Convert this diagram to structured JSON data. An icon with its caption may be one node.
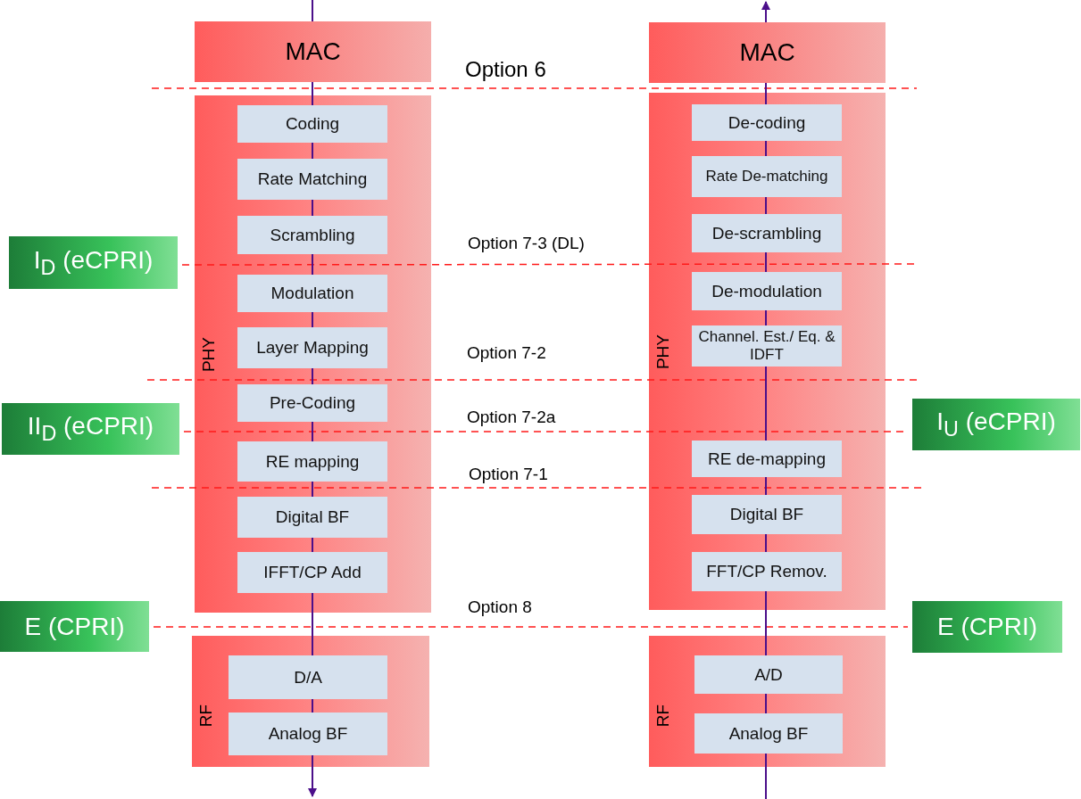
{
  "diagram": {
    "nodes": [
      {
        "text": [
          "MAC"
        ]
      },
      {
        "text": [
          "PHY"
        ]
      },
      {
        "text": [
          "Coding"
        ],
        "in": 1
      },
      {
        "text": [
          "Rate Matching"
        ],
        "in": 1
      },
      {
        "text": [
          "Scrambling"
        ],
        "in": 1
      },
      {
        "text": [
          "Modulation"
        ],
        "in": 1
      },
      {
        "text": [
          "Layer Mapping"
        ],
        "in": 1
      },
      {
        "text": [
          "Pre-Coding"
        ],
        "in": 1
      },
      {
        "text": [
          "RE mapping"
        ],
        "in": 1
      },
      {
        "text": [
          "Digital BF"
        ],
        "in": 1
      },
      {
        "text": [
          "IFFT/CP Add"
        ],
        "in": 1
      },
      {
        "text": [
          "RF"
        ]
      },
      {
        "text": [
          "D/A"
        ],
        "in": 11
      },
      {
        "text": [
          "Analog BF"
        ],
        "in": 11
      },
      {
        "text": [
          "MAC"
        ]
      },
      {
        "text": [
          "PHY"
        ]
      },
      {
        "text": [
          "De-coding"
        ],
        "in": 15
      },
      {
        "text": [
          "Rate De-matching"
        ],
        "in": 15
      },
      {
        "text": [
          "De-scrambling"
        ],
        "in": 15
      },
      {
        "text": [
          "De-modulation"
        ],
        "in": 15
      },
      {
        "text": [
          "Channel. Est./ Eq. & IDFT"
        ],
        "in": 15
      },
      {
        "text": [
          "RE de-mapping"
        ],
        "in": 15
      },
      {
        "text": [
          "Digital BF"
        ],
        "in": 15
      },
      {
        "text": [
          "FFT/CP Remov."
        ],
        "in": 15
      },
      {
        "text": [
          "RF"
        ]
      },
      {
        "text": [
          "A/D"
        ],
        "in": 24
      },
      {
        "text": [
          "Analog BF"
        ],
        "in": 24
      },
      {
        "text": [
          "I$_{D}$ (eCPRI)"
        ]
      },
      {
        "text": [
          "II$_{D}$ (eCPRI)"
        ]
      },
      {
        "text": [
          "E (CPRI)"
        ]
      },
      {
        "text": [
          "I$_{U}$ (eCPRI)"
        ]
      },
      {
        "text": [
          "E (CPRI)"
        ]
      }
    ],
    "edges": [
      {
        "from": null,
        "to": 0,
        "arrow": "none"
      },
      {
        "from": 0,
        "to": 2,
        "arrow": "none"
      },
      {
        "from": 2,
        "to": 3,
        "arrow": "none"
      },
      {
        "from": 3,
        "to": 4,
        "arrow": "none"
      },
      {
        "from": 4,
        "to": 5,
        "arrow": "none"
      },
      {
        "from": 5,
        "to": 6,
        "arrow": "none"
      },
      {
        "from": 6,
        "to": 7,
        "arrow": "none"
      },
      {
        "from": 7,
        "to": 8,
        "arrow": "none"
      },
      {
        "from": 8,
        "to": 9,
        "arrow": "none"
      },
      {
        "from": 9,
        "to": 10,
        "arrow": "none"
      },
      {
        "from": 10,
        "to": 12,
        "arrow": "none"
      },
      {
        "from": 12,
        "to": 13,
        "arrow": "none"
      },
      {
        "from": 13,
        "to": null,
        "arrow": "to"
      },
      {
        "from": null,
        "to": 26,
        "arrow": "none"
      },
      {
        "from": 26,
        "to": 25,
        "arrow": "none"
      },
      {
        "from": 25,
        "to": 23,
        "arrow": "none"
      },
      {
        "from": 23,
        "to": 22,
        "arrow": "none"
      },
      {
        "from": 22,
        "to": 21,
        "arrow": "none"
      },
      {
        "from": 21,
        "to": 20,
        "arrow": "none"
      },
      {
        "from": 20,
        "to": 19,
        "arrow": "none"
      },
      {
        "from": 19,
        "to": 18,
        "arrow": "none"
      },
      {
        "from": 18,
        "to": 17,
        "arrow": "none"
      },
      {
        "from": 17,
        "to": 16,
        "arrow": "none"
      },
      {
        "from": 16,
        "to": 14,
        "arrow": "none"
      },
      {
        "from": 14,
        "to": null,
        "arrow": "to"
      }
    ],
    "labels": [
      "Option 6",
      "Option 7-3 (DL)",
      "Option 7-2",
      "Option 7-2a",
      "Option 7-1",
      "Option 8"
    ]
  }
}
